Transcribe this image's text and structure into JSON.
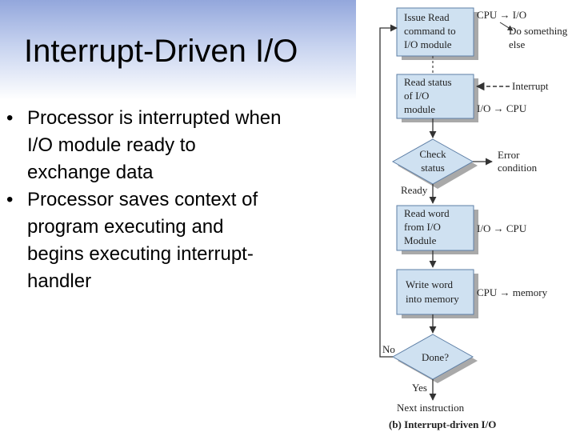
{
  "slide": {
    "title": "Interrupt-Driven I/O",
    "bullets": [
      {
        "lines": [
          "Processor is interrupted when",
          "I/O module ready to",
          "exchange data"
        ]
      },
      {
        "lines": [
          "Processor saves context of",
          "program executing and",
          "begins executing interrupt-",
          "handler"
        ]
      }
    ],
    "bullet_glyph": "•"
  },
  "diagram": {
    "boxes": [
      {
        "lines": [
          "Issue Read",
          "command to",
          "I/O module"
        ],
        "side": {
          "lines": [
            "CPU → I/O"
          ]
        },
        "note": {
          "lines": [
            "Do something",
            "else"
          ]
        }
      },
      {
        "lines": [
          "Read status",
          "of I/O",
          "module"
        ],
        "side": {
          "lines": [
            "I/O → CPU"
          ]
        },
        "note": {
          "lines": [
            "Interrupt"
          ]
        }
      },
      {
        "lines": [
          "Read word",
          "from I/O",
          "Module"
        ],
        "side": {
          "lines": [
            "I/O → CPU"
          ]
        }
      },
      {
        "lines": [
          "Write word",
          "into memory"
        ],
        "side": {
          "lines": [
            "CPU → memory"
          ]
        }
      }
    ],
    "check_status": {
      "lines": [
        "Check",
        "status"
      ],
      "error": [
        "Error",
        "condition"
      ],
      "ready": "Ready"
    },
    "done": {
      "label": "Done?",
      "no": "No",
      "yes": "Yes"
    },
    "next_instruction": "Next instruction",
    "caption": "(b) Interrupt-driven I/O"
  },
  "colors": {
    "box_fill": "#cfe1f1",
    "box_stroke": "#5e7fa6",
    "shadow": "#a9a9a9",
    "diamond_fill": "#cfe1f1",
    "arrow": "#333333",
    "title_band": "#93a7dc"
  }
}
